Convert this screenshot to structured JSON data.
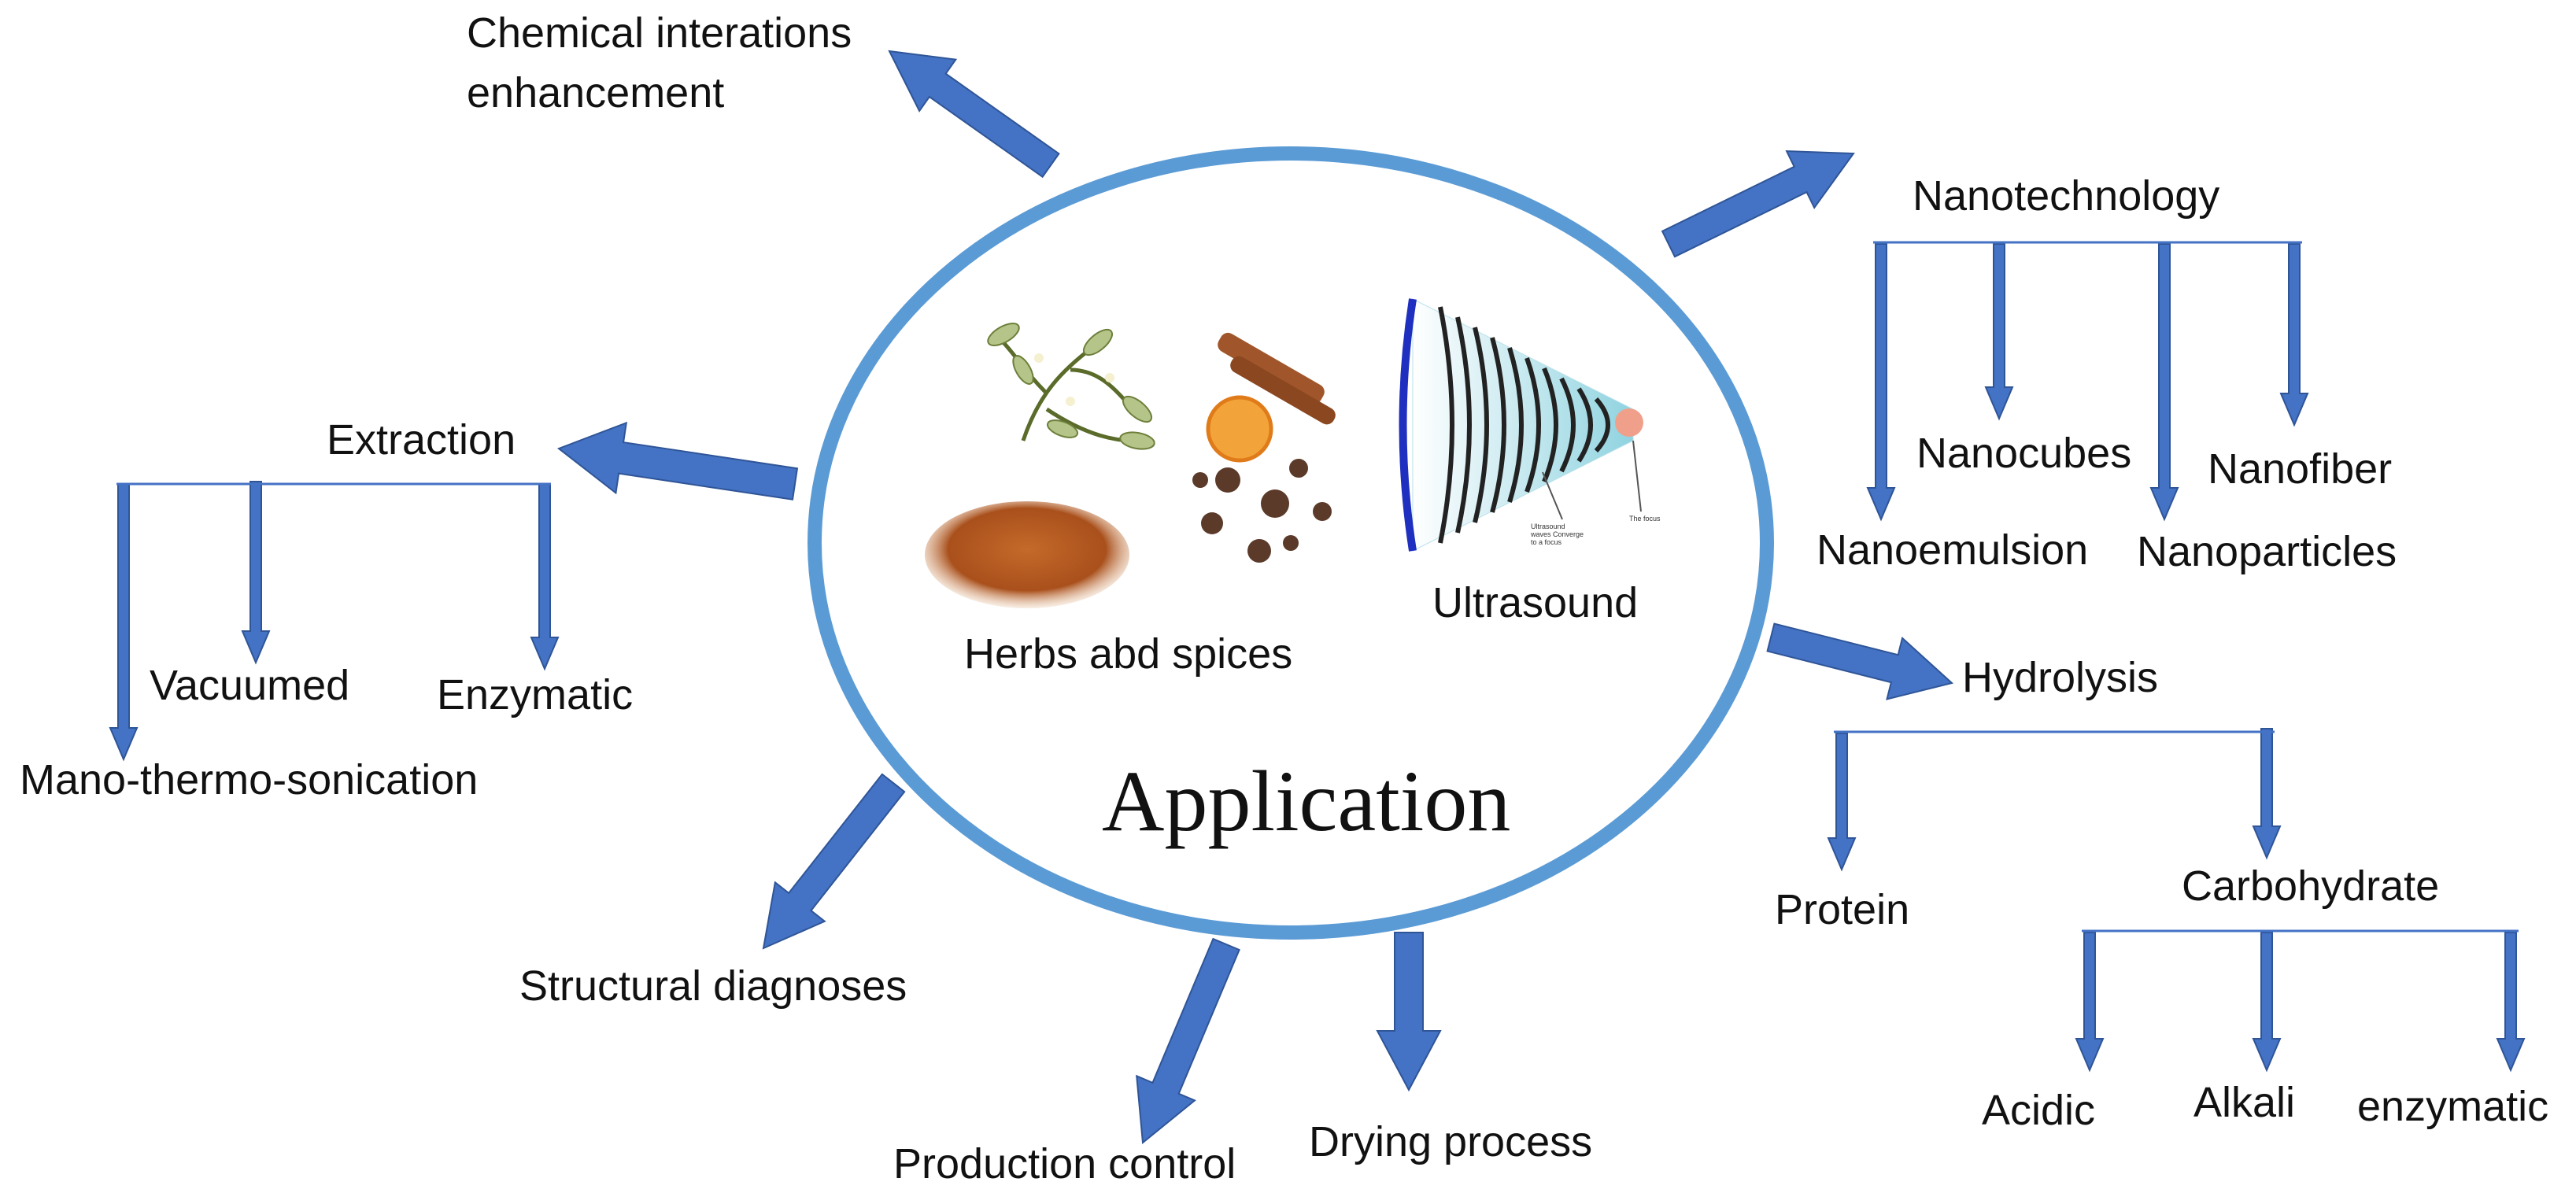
{
  "center": {
    "title": "Application",
    "herbs_caption": "Herbs abd spices",
    "ultrasound_caption": "Ultrasound",
    "ultrasound_wave_note": "Ultrasound waves Converge to a focus",
    "ultrasound_focus_note": "The focus"
  },
  "branches": {
    "chemical": "Chemical interations enhancement",
    "nanotechnology": {
      "label": "Nanotechnology",
      "children": [
        "Nanoemulsion",
        "Nanocubes",
        "Nanoparticles",
        "Nanofiber"
      ]
    },
    "extraction": {
      "label": "Extraction",
      "children": [
        "Mano-thermo-sonication",
        "Vacuumed",
        "Enzymatic"
      ]
    },
    "hydrolysis": {
      "label": "Hydrolysis",
      "children": [
        "Protein",
        "Carbohydrate"
      ],
      "carbohydrate_children": [
        "Acidic",
        "Alkali",
        "enzymatic"
      ]
    },
    "structural": "Structural diagnoses",
    "production": "Production control",
    "drying": "Drying process"
  },
  "colors": {
    "arrow": "#4472C4",
    "arrow_stroke": "#2F5597",
    "ellipse": "#5B9BD5",
    "text": "#111111"
  }
}
